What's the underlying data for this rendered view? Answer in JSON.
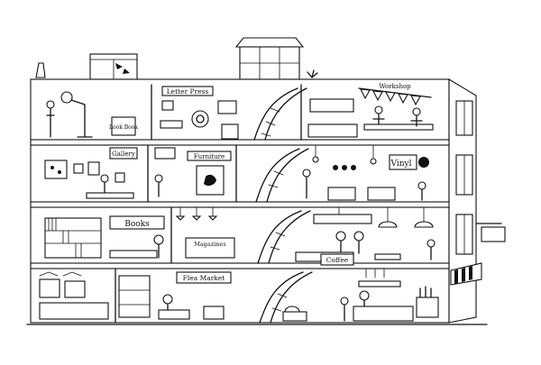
{
  "signs": {
    "letterpress": "Letter Press",
    "workshop": "Workshop",
    "lookbook": "Look Book",
    "gallery": "Gallery",
    "furniture": "Furniture",
    "vinyl": "Vinyl",
    "books": "Books",
    "magazines": "Magazines",
    "coffee": "Coffee",
    "fleamarket": "Flea Market"
  },
  "colors": {
    "ink": "#111111",
    "paper": "#ffffff"
  }
}
